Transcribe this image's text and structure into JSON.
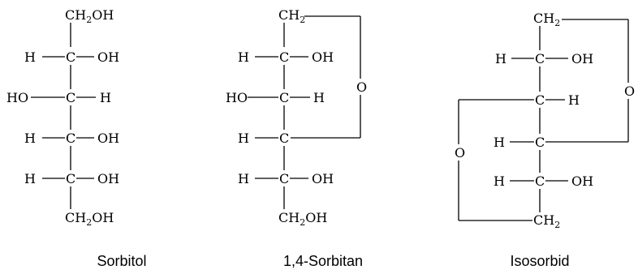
{
  "figure": {
    "captions": [
      "Sorbitol",
      "1,4-Sorbitan",
      "Isosorbid"
    ]
  },
  "molecules": [
    {
      "name": "Sorbitol",
      "labels": {
        "top": "CH",
        "top_sub": "2",
        "top_tail": "OH",
        "c2_left": "H",
        "c2": "C",
        "c2_right": "OH",
        "c3_left": "HO",
        "c3": "C",
        "c3_right": "H",
        "c4_left": "H",
        "c4": "C",
        "c4_right": "OH",
        "c5_left": "H",
        "c5": "C",
        "c5_right": "OH",
        "bottom": "CH",
        "bottom_sub": "2",
        "bottom_tail": "OH"
      }
    },
    {
      "name": "1,4-Sorbitan",
      "labels": {
        "top": "CH",
        "top_sub": "2",
        "ring_o": "O",
        "c2_left": "H",
        "c2": "C",
        "c2_right": "OH",
        "c3_left": "HO",
        "c3": "C",
        "c3_right": "H",
        "c4_left": "H",
        "c4": "C",
        "c5_left": "H",
        "c5": "C",
        "c5_right": "OH",
        "bottom": "CH",
        "bottom_sub": "2",
        "bottom_tail": "OH"
      }
    },
    {
      "name": "Isosorbid",
      "labels": {
        "top": "CH",
        "top_sub": "2",
        "ring_o_right": "O",
        "c2_left": "H",
        "c2": "C",
        "c2_right": "OH",
        "c3": "C",
        "c3_right": "H",
        "ring_o_left": "O",
        "c4_left": "H",
        "c4": "C",
        "c5_left": "H",
        "c5": "C",
        "c5_right": "OH",
        "bottom": "CH",
        "bottom_sub": "2"
      }
    }
  ]
}
